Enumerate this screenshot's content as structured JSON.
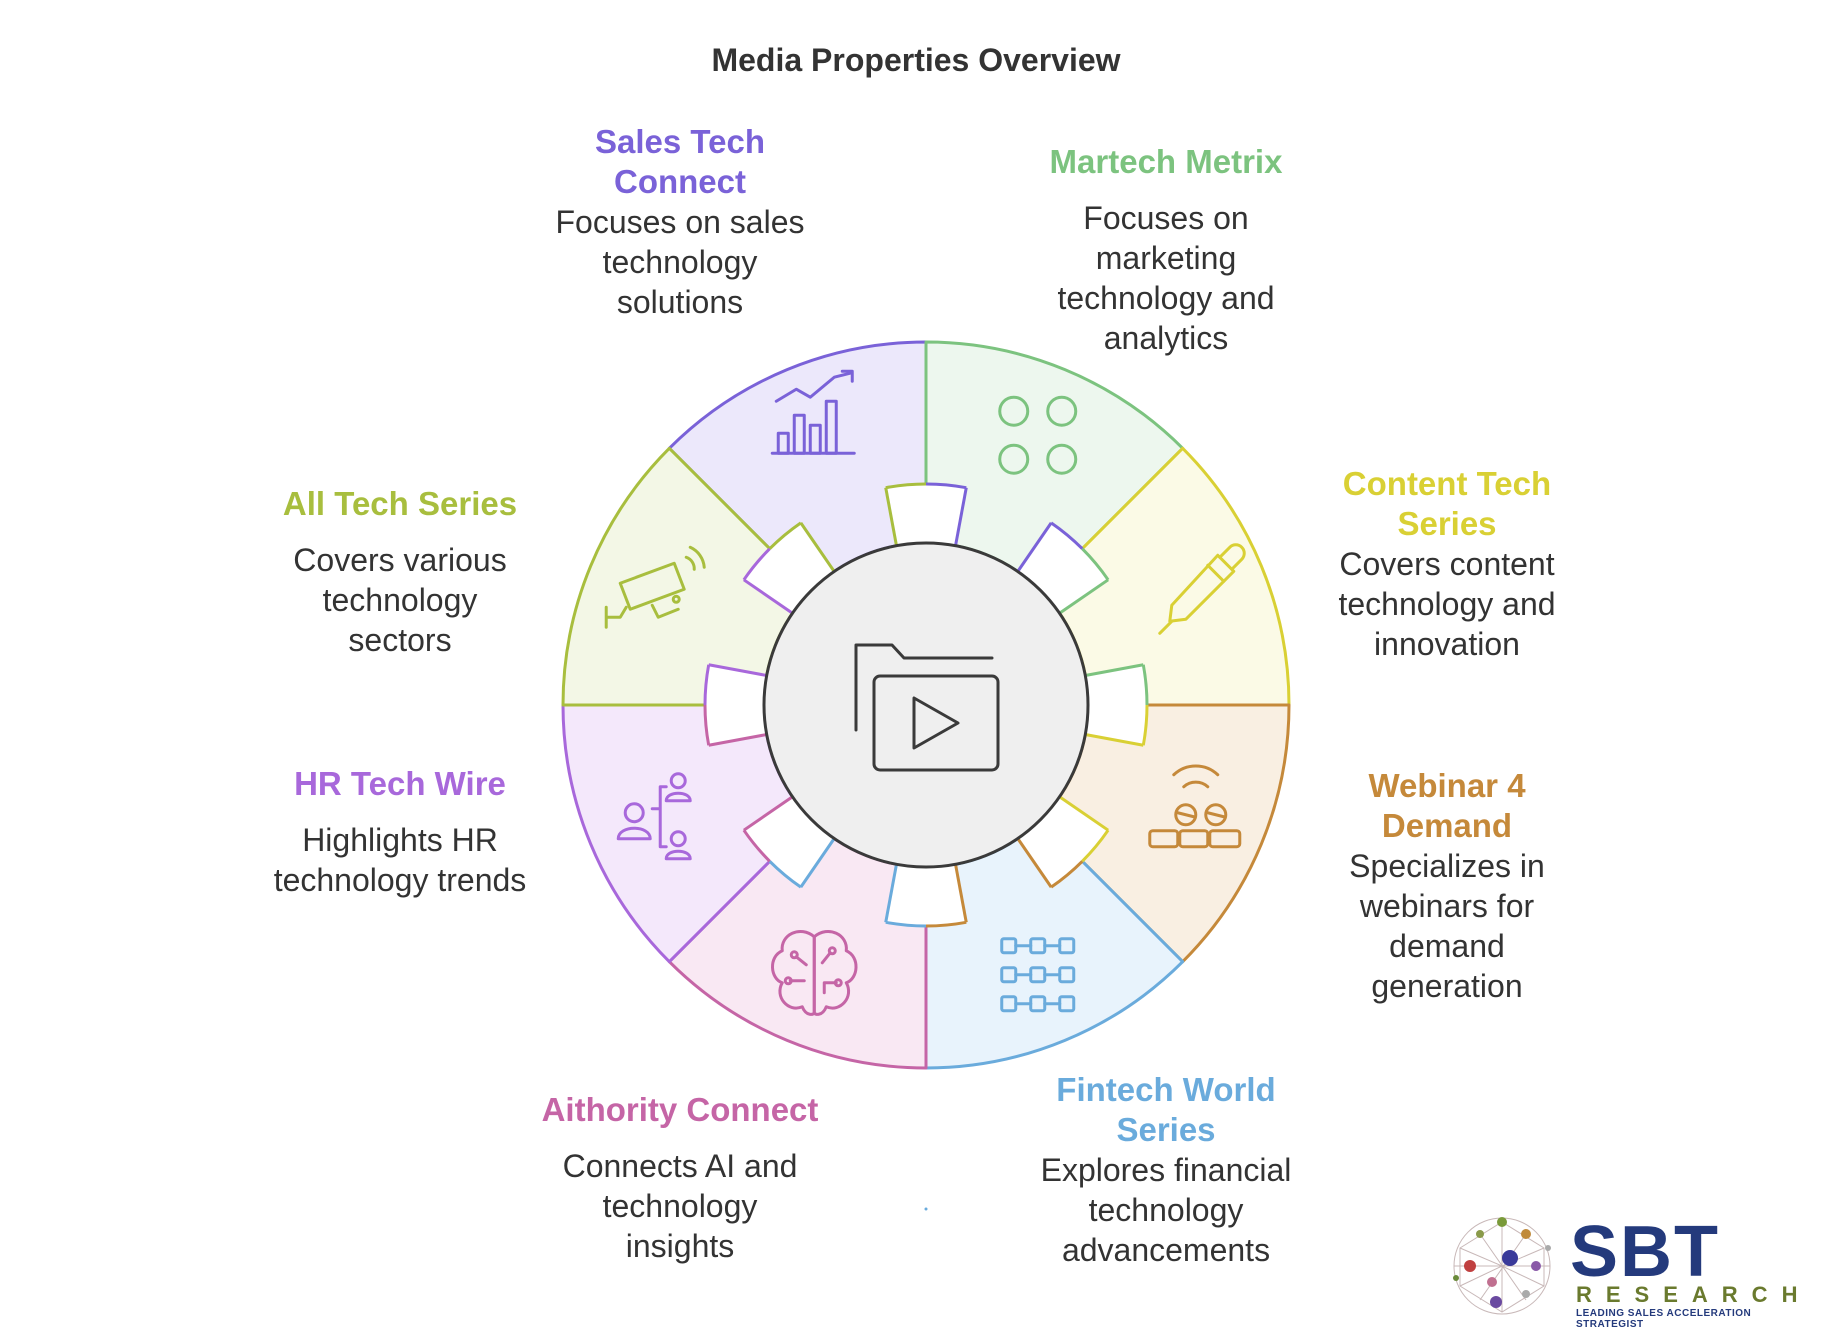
{
  "title": "Media Properties Overview",
  "center": {
    "icon": "video-folder-icon"
  },
  "segments": [
    {
      "key": "sales",
      "title": "Sales Tech Connect",
      "description": "Focuses on sales technology solutions",
      "color": "#7a62d8",
      "fill": "#ece8fb",
      "icon": "growth-chart-icon"
    },
    {
      "key": "martech",
      "title": "Martech Metrix",
      "description": "Focuses on marketing technology and analytics",
      "color": "#7cc37f",
      "fill": "#edf7ee",
      "icon": "four-circles-icon"
    },
    {
      "key": "content",
      "title": "Content Tech Series",
      "description": "Covers content technology and innovation",
      "color": "#d9d034",
      "fill": "#fbfae6",
      "icon": "pen-icon"
    },
    {
      "key": "webinar",
      "title": "Webinar 4 Demand",
      "description": "Specializes in webinars for demand generation",
      "color": "#c5893a",
      "fill": "#f9efe2",
      "icon": "webinar-audience-icon"
    },
    {
      "key": "fintech",
      "title": "Fintech World Series",
      "description": "Explores financial technology advancements",
      "color": "#6aabdc",
      "fill": "#e8f3fc",
      "icon": "network-grid-icon"
    },
    {
      "key": "aithority",
      "title": "Aithority Connect",
      "description": "Connects AI and technology insights",
      "color": "#c565a6",
      "fill": "#f9e8f3",
      "icon": "brain-circuit-icon"
    },
    {
      "key": "hr",
      "title": "HR Tech Wire",
      "description": "Highlights HR technology trends",
      "color": "#a868db",
      "fill": "#f4e8fb",
      "icon": "org-chart-icon"
    },
    {
      "key": "alltech",
      "title": "All Tech Series",
      "description": "Covers various technology sectors",
      "color": "#a8be3e",
      "fill": "#f3f7e6",
      "icon": "security-camera-icon"
    }
  ],
  "logo": {
    "brand": "SBT",
    "subtitle": "RESEARCH",
    "tagline": "LEADING SALES ACCELERATION STRATEGIST",
    "brand_color": "#243a7c",
    "accent_color": "#6a7a2e"
  }
}
